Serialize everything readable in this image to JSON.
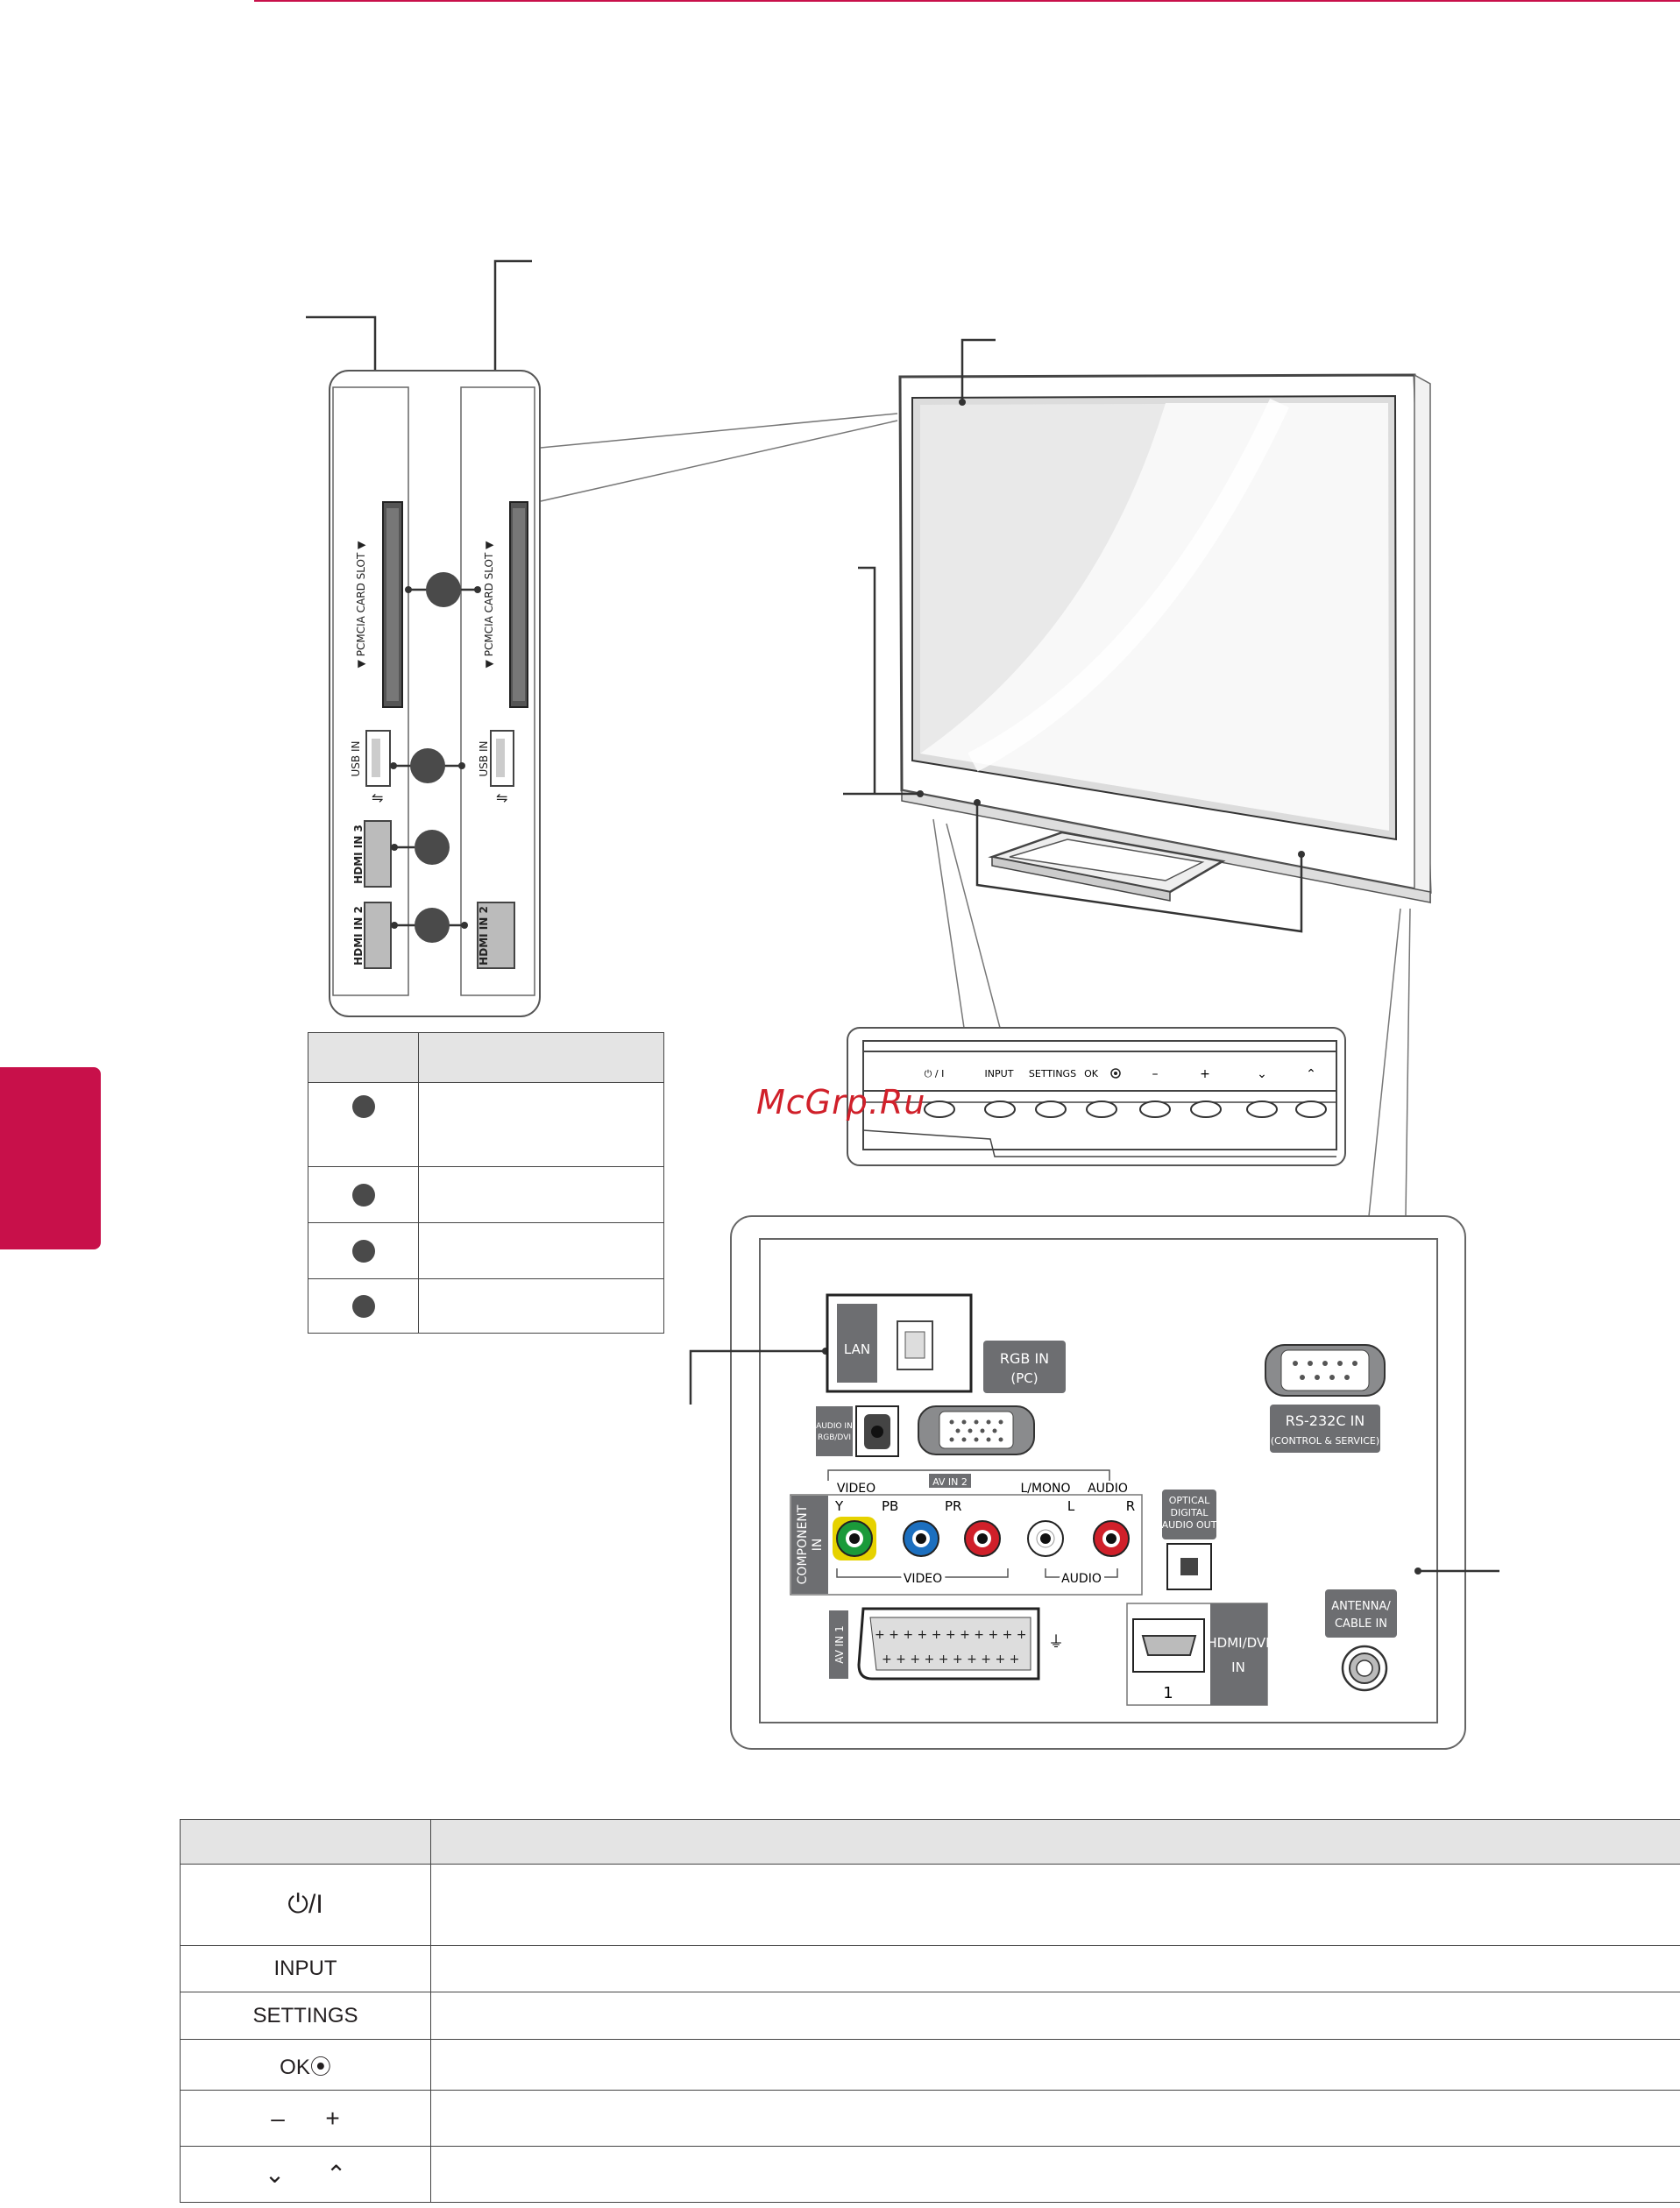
{
  "watermark": "McGrp.Ru",
  "side_panel": {
    "left_labels": {
      "pcmcia": "▼ PCMCIA CARD SLOT ▼",
      "usb": "USB IN",
      "hdmi3": "HDMI IN 3",
      "hdmi2": "HDMI IN 2"
    },
    "right_labels": {
      "pcmcia": "▼ PCMCIA CARD SLOT ▼",
      "usb": "USB IN",
      "hdmi2": "HDMI IN 2"
    }
  },
  "control_strip": {
    "buttons": [
      "⏻ / I",
      "INPUT",
      "SETTINGS",
      "OK",
      "–",
      "+",
      "⌄",
      "⌃"
    ]
  },
  "rear_panel": {
    "lan": "LAN",
    "rgb_in": [
      "RGB IN",
      "(PC)"
    ],
    "audio_in": [
      "AUDIO IN",
      "RGB/DVI"
    ],
    "rs232c": [
      "RS-232C IN",
      "(CONTROL & SERVICE)"
    ],
    "av_in_2": "AV IN 2",
    "video_top": "VIDEO",
    "lmono": "L/MONO",
    "audio_top": "AUDIO",
    "component_in": [
      "COMPONENT",
      "IN"
    ],
    "comp_y": "Y",
    "comp_pb": "PB",
    "comp_pr": "PR",
    "label_l": "L",
    "label_r": "R",
    "video_bottom": "VIDEO",
    "audio_bottom": "AUDIO",
    "optical": [
      "OPTICAL",
      "DIGITAL",
      "AUDIO OUT"
    ],
    "av_in_1": "AV IN 1",
    "hdmi_dvi": [
      "HDMI/DVI",
      "IN"
    ],
    "hdmi_num": "1",
    "antenna": [
      "ANTENNA/",
      "CABLE IN"
    ]
  },
  "buttons_table": {
    "rows": [
      {
        "key": "⏻/I"
      },
      {
        "key": "INPUT"
      },
      {
        "key": "SETTINGS"
      },
      {
        "key": "OK⦿"
      },
      {
        "key": "–      +"
      },
      {
        "key": "⌄      ⌃"
      }
    ]
  },
  "colors": {
    "accent": "#c8104a",
    "component_y": "#1a9a3a",
    "component_pb": "#1c6fbf",
    "component_pr": "#d0202a",
    "highlight_y": "#e6d200"
  }
}
